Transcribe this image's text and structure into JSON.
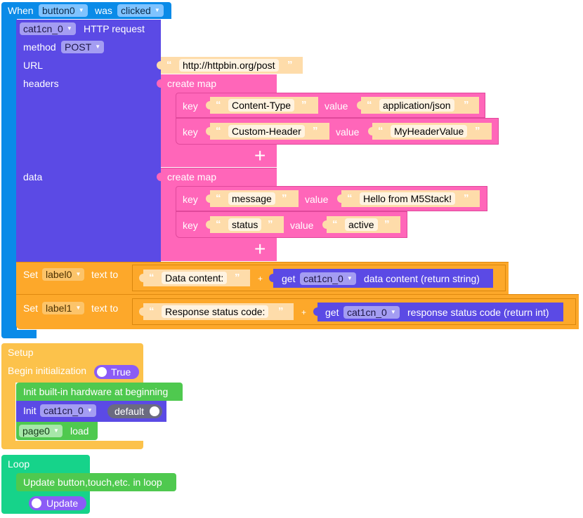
{
  "colors": {
    "event": "#0a8be8",
    "http": "#5b4ae5",
    "map": "#ff66b9",
    "string": "#fedcaa",
    "set": "#fda82a",
    "setup": "#fcc24b",
    "loop": "#16d38a",
    "green": "#4fc94f",
    "toggle": "#8b5cf6",
    "toggle_off": "#6b6b80"
  },
  "event_block": {
    "when_label": "When",
    "button_dropdown": "button0",
    "was_label": "was",
    "action_dropdown": "clicked",
    "http_block": {
      "device_dropdown": "cat1cn_0",
      "title": "HTTP request",
      "method_label": "method",
      "method_dropdown": "POST",
      "url_label": "URL",
      "url_value": "http://httpbin.org/post",
      "headers_label": "headers",
      "data_label": "data",
      "headers_map": {
        "title": "create map",
        "entries": [
          {
            "key_label": "key",
            "key": "Content-Type",
            "value_label": "value",
            "value": "application/json"
          },
          {
            "key_label": "key",
            "key": "Custom-Header",
            "value_label": "value",
            "value": "MyHeaderValue"
          }
        ],
        "add_icon": "plus-icon"
      },
      "data_map": {
        "title": "create map",
        "entries": [
          {
            "key_label": "key",
            "key": "message",
            "value_label": "value",
            "value": "Hello from M5Stack!"
          },
          {
            "key_label": "key",
            "key": "status",
            "value_label": "value",
            "value": "active"
          }
        ],
        "add_icon": "plus-icon"
      }
    },
    "set_label0": {
      "set_label": "Set",
      "label_dropdown": "label0",
      "text_to_label": "text to",
      "string_value": "Data content:",
      "plus": "+",
      "get_label": "get",
      "device_dropdown": "cat1cn_0",
      "getter_text": "data content (return string)"
    },
    "set_label1": {
      "set_label": "Set",
      "label_dropdown": "label1",
      "text_to_label": "text to",
      "string_value": "Response status code:",
      "plus": "+",
      "get_label": "get",
      "device_dropdown": "cat1cn_0",
      "getter_text": "response status code (return int)"
    }
  },
  "setup_block": {
    "title": "Setup",
    "begin_label": "Begin initialization",
    "begin_toggle": "True",
    "init_builtin": "Init built-in hardware at beginning",
    "init_label": "Init",
    "init_device_dropdown": "cat1cn_0",
    "init_toggle": "default",
    "page_dropdown": "page0",
    "page_load_label": "load"
  },
  "loop_block": {
    "title": "Loop",
    "update_statement": "Update button,touch,etc. in loop",
    "update_toggle": "Update"
  }
}
